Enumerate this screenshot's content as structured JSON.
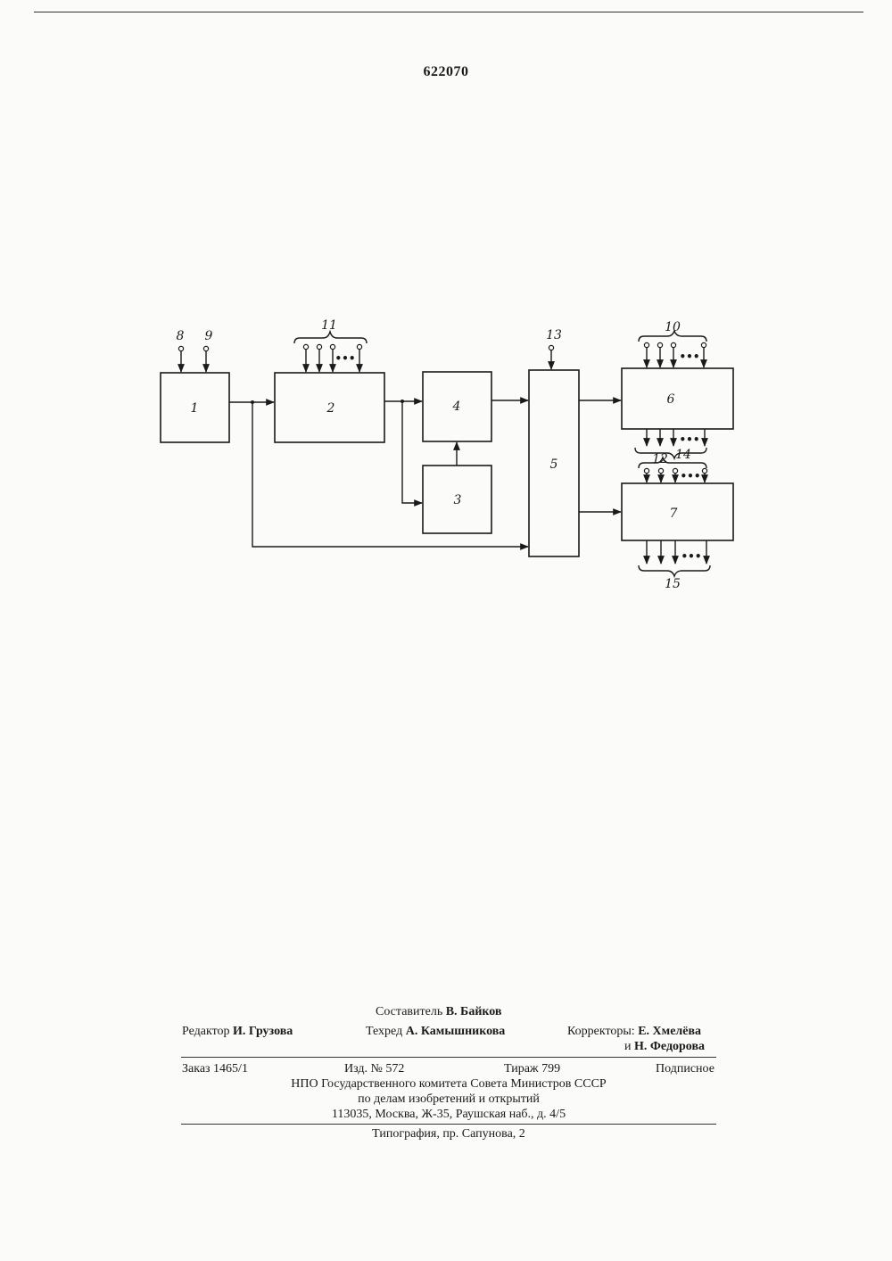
{
  "patent_number": "622070",
  "diagram": {
    "blocks": [
      {
        "id": "1",
        "label": "1"
      },
      {
        "id": "2",
        "label": "2"
      },
      {
        "id": "3",
        "label": "3"
      },
      {
        "id": "4",
        "label": "4"
      },
      {
        "id": "5",
        "label": "5"
      },
      {
        "id": "6",
        "label": "6"
      },
      {
        "id": "7",
        "label": "7"
      }
    ],
    "terminals": {
      "t8": "8",
      "t9": "9",
      "t11": "11",
      "t13": "13",
      "t10": "10",
      "t14": "14",
      "t12": "12",
      "t15": "15"
    },
    "ellipsis": "•••"
  },
  "imprint": {
    "compiler": {
      "prefix": "Составитель",
      "name": "В. Байков"
    },
    "editor": {
      "prefix": "Редактор",
      "name": "И. Грузова"
    },
    "techred": {
      "prefix": "Техред",
      "name": "А. Камышникова"
    },
    "correctors": {
      "prefix": "Корректоры:",
      "name1": "Е. Хмелёва",
      "conj": "и",
      "name2": "Н. Федорова"
    },
    "order": "Заказ 1465/1",
    "edition": "Изд. № 572",
    "circulation": "Тираж 799",
    "subscription": "Подписное",
    "org_line1": "НПО Государственного комитета Совета Министров СССР",
    "org_line2": "по делам изобретений и открытий",
    "address": "113035, Москва, Ж-35, Раушская наб., д. 4/5",
    "printing": "Типография, пр. Сапунова, 2"
  }
}
